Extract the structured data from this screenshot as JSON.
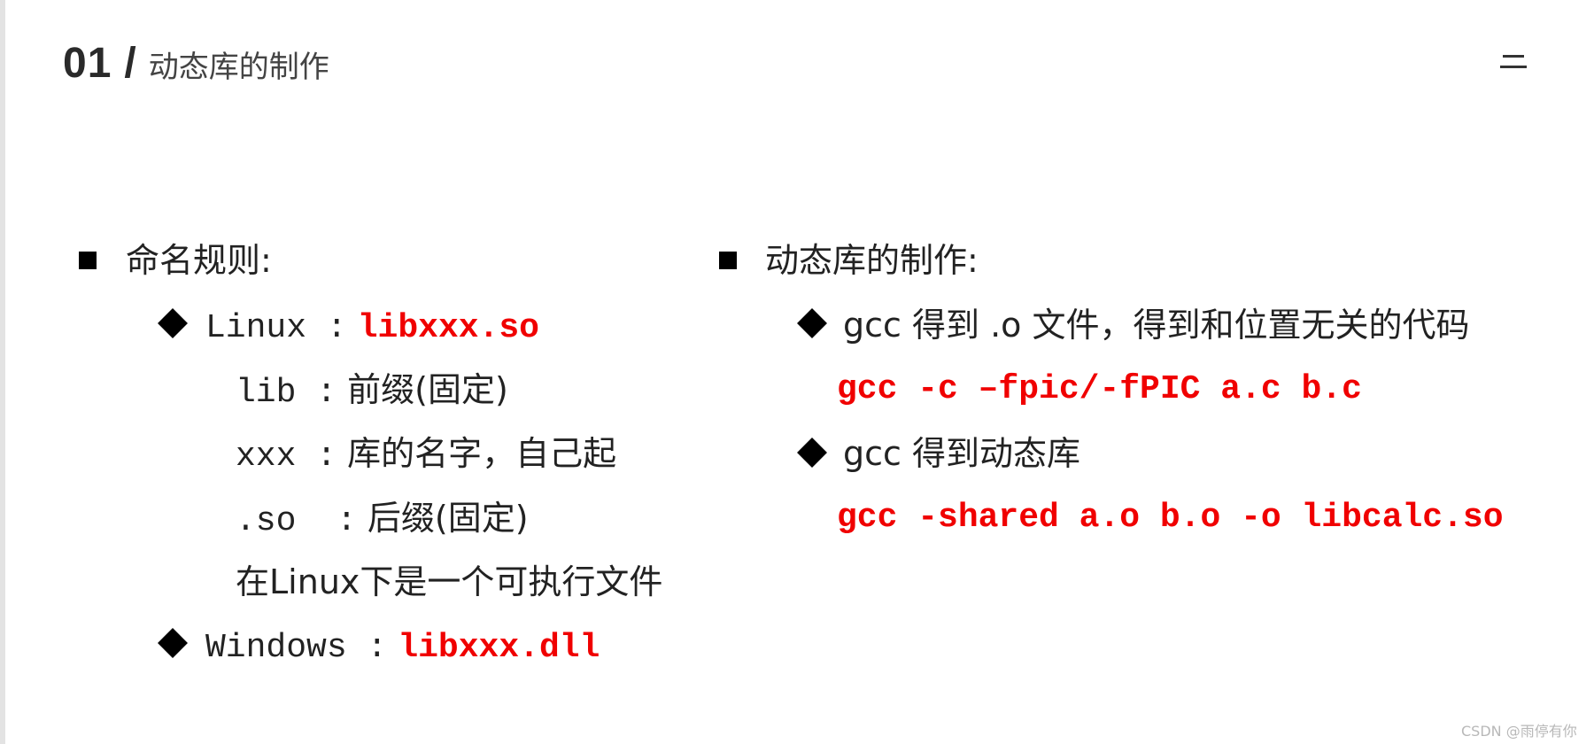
{
  "header": {
    "number": "01",
    "slash": "/",
    "title": "动态库的制作"
  },
  "left": {
    "heading": "命名规则:",
    "linux": {
      "label": "Linux :",
      "value": "libxxx.so"
    },
    "details": [
      {
        "key": "lib :",
        "text": "前缀(固定)"
      },
      {
        "key": "xxx :",
        "text": "库的名字，自己起"
      },
      {
        "key": ".so  :",
        "text": "后缀(固定)"
      }
    ],
    "note": "在Linux下是一个可执行文件",
    "windows": {
      "label": "Windows :",
      "value": "libxxx.dll"
    }
  },
  "right": {
    "heading": "动态库的制作:",
    "step1": "gcc 得到 .o 文件，得到和位置无关的代码",
    "cmd1": "gcc -c –fpic/-fPIC a.c b.c",
    "step2": "gcc 得到动态库",
    "cmd2": "gcc -shared a.o b.o -o libcalc.so"
  },
  "watermark": "CSDN @雨停有你",
  "colors": {
    "accent_red": "#f00000",
    "text": "#222222"
  },
  "icons": {
    "menu": "menu-icon",
    "square_bullet": "square-bullet-icon",
    "diamond_bullet": "diamond-bullet-icon"
  }
}
